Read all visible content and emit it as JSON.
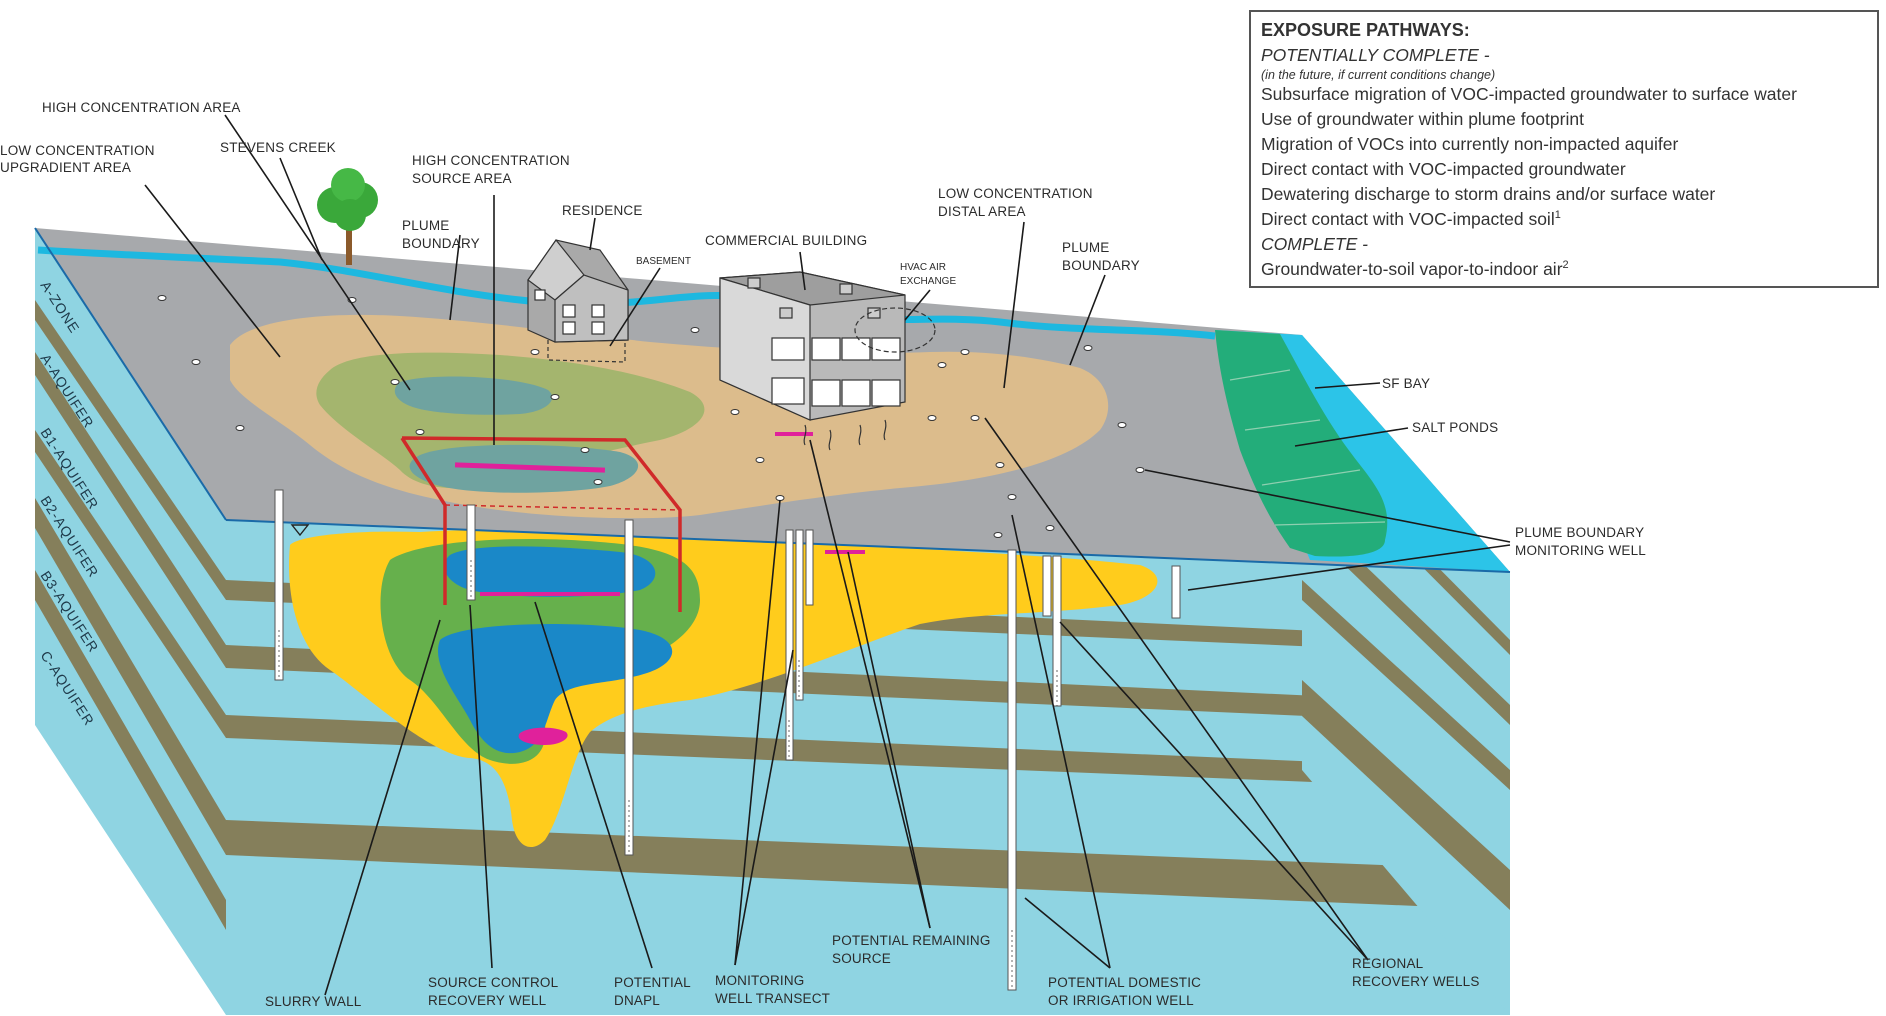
{
  "legend": {
    "heading": "EXPOSURE PATHWAYS:",
    "potentially_title": "POTENTIALLY COMPLETE -",
    "potentially_note": "(in the future, if current conditions change)",
    "potentially_items": [
      "Subsurface migration of VOC-impacted groundwater to surface water",
      "Use of groundwater within plume footprint",
      "Migration of VOCs into currently non-impacted aquifer",
      "Direct contact with VOC-impacted groundwater",
      "Dewatering discharge to storm drains and/or surface water",
      "Direct contact with VOC-impacted soil"
    ],
    "soil_footnote": "1",
    "complete_title": "COMPLETE -",
    "complete_item": "Groundwater-to-soil vapor-to-indoor air",
    "complete_footnote": "2"
  },
  "labels": {
    "high_concentration_area": "HIGH CONCENTRATION AREA",
    "low_upgradient_1": "LOW CONCENTRATION",
    "low_upgradient_2": "UPGRADIENT AREA",
    "stevens_creek": "STEVENS CREEK",
    "high_source_1": "HIGH CONCENTRATION",
    "high_source_2": "SOURCE AREA",
    "plume_boundary_1": "PLUME",
    "plume_boundary_2": "BOUNDARY",
    "residence": "RESIDENCE",
    "basement": "BASEMENT",
    "commercial_building": "COMMERCIAL BUILDING",
    "hvac_1": "HVAC AIR",
    "hvac_2": "EXCHANGE",
    "low_distal_1": "LOW CONCENTRATION",
    "low_distal_2": "DISTAL AREA",
    "sf_bay": "SF BAY",
    "salt_ponds": "SALT PONDS",
    "pbmw_1": "PLUME BOUNDARY",
    "pbmw_2": "MONITORING WELL",
    "slurry_wall": "SLURRY WALL",
    "scrw_1": "SOURCE CONTROL",
    "scrw_2": "RECOVERY WELL",
    "dnapl_1": "POTENTIAL",
    "dnapl_2": "DNAPL",
    "mwt_1": "MONITORING",
    "mwt_2": "WELL TRANSECT",
    "prs_1": "POTENTIAL REMAINING",
    "prs_2": "SOURCE",
    "pdiw_1": "POTENTIAL DOMESTIC",
    "pdiw_2": "OR IRRIGATION WELL",
    "rrw_1": "REGIONAL",
    "rrw_2": "RECOVERY WELLS"
  },
  "aquifer_labels": [
    "A-ZONE",
    "A-AQUIFER",
    "B1-AQUIFER",
    "B2-AQUIFER",
    "B3-AQUIFER",
    "C-AQUIFER"
  ],
  "colors": {
    "ground_gray": "#a7a9ac",
    "plume_tan": "#dcbc8c",
    "plume_green": "#a4b56e",
    "plume_teal": "#6fa3a0",
    "groundwater_blue": "#8fd4e2",
    "clay_olive": "#857f5b",
    "plume_yellow": "#ffcc1c",
    "plume_midgreen": "#66b04c",
    "plume_blue": "#1a88c8",
    "dnapl_magenta": "#e0219b",
    "bay_cyan": "#2cc4e8",
    "salt_pond_green": "#23ad7a",
    "slurry_red": "#d02a2a"
  }
}
